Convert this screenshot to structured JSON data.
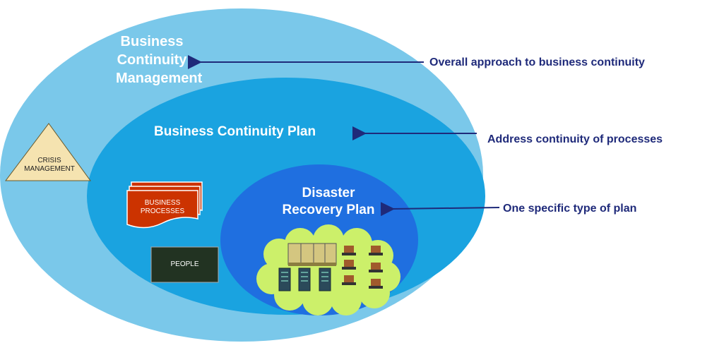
{
  "labels": {
    "bcm": [
      "Business",
      "Continuity",
      "Management"
    ],
    "bcp": "Business Continuity Plan",
    "drp": [
      "Disaster",
      "Recovery Plan"
    ],
    "crisis": [
      "CRISIS",
      "MANAGEMENT"
    ],
    "business_processes": [
      "BUSINESS",
      "PROCESSES"
    ],
    "people": "PEOPLE"
  },
  "annotations": {
    "bcm": "Overall approach to business continuity",
    "bcp": "Address continuity of processes",
    "drp": "One specific type of plan"
  },
  "colors": {
    "outer_ellipse": "#7ac8ea",
    "middle_ellipse": "#1aa3e0",
    "inner_ellipse": "#1f6fe0",
    "cloud": "#ccf06a",
    "arrow": "#1f2a7a",
    "crisis_triangle": "#f5e3b0",
    "business_processes": "#cc3300",
    "people_box": "#223322"
  },
  "icons": [
    "server-rack-icon",
    "server-tower-icon",
    "workstation-icon"
  ]
}
